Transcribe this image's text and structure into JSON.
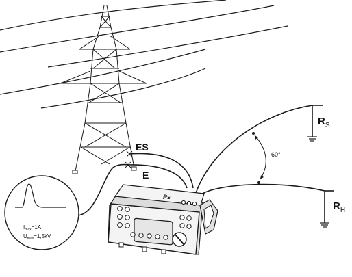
{
  "labels": {
    "es": "ES",
    "e": "E",
    "rs_main": "R",
    "rs_sub": "S",
    "rh_main": "R",
    "rh_sub": "H",
    "angle": "60°",
    "imax_main": "I",
    "imax_sub": "max",
    "imax_val": "=1A",
    "umax_main": "U",
    "umax_sub": "max",
    "umax_val": "=1,5kV"
  },
  "meter": {
    "logo": "Ps"
  },
  "colors": {
    "line": "#1a1a1a",
    "meter_body": "#f4f4f4",
    "screen": "#e6e6e6",
    "background": "#ffffff"
  },
  "icons": [
    "ground-symbol",
    "impulse-waveform",
    "cross-marker"
  ]
}
